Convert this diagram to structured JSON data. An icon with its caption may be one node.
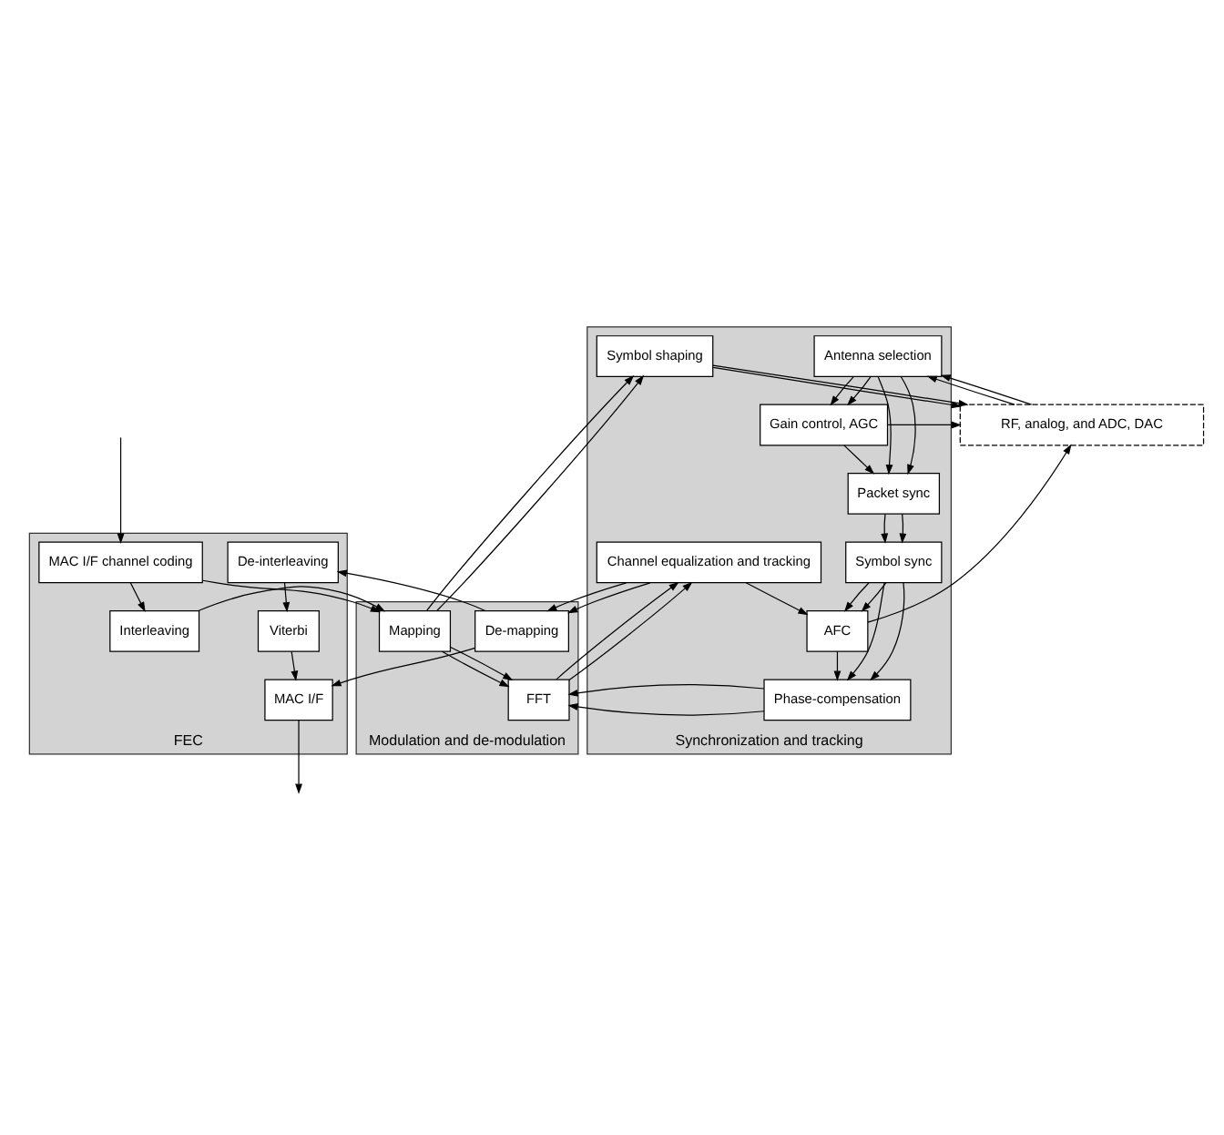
{
  "diagram": {
    "nodes": [
      {
        "text": [
          "RF, analog, and ADC, DAC"
        ]
      },
      {
        "text": [
          "Synchronization and tracking"
        ]
      },
      {
        "text": [
          "Gain control, AGC"
        ],
        "in": 1
      },
      {
        "text": [
          "Antenna selection"
        ],
        "in": 1
      },
      {
        "text": [
          "Packet sync"
        ],
        "in": 1
      },
      {
        "text": [
          "Symbol sync"
        ],
        "in": 1
      },
      {
        "text": [
          "Phase-compensation"
        ],
        "in": 1
      },
      {
        "text": [
          "AFC"
        ],
        "in": 1
      },
      {
        "text": [
          "Channel equalization and tracking"
        ],
        "in": 1
      },
      {
        "text": [
          "Symbol shaping"
        ],
        "in": 1
      },
      {
        "text": [
          "Modulation and de-modulation"
        ]
      },
      {
        "text": [
          "De-mapping"
        ],
        "in": 10
      },
      {
        "text": [
          "FFT"
        ],
        "in": 10
      },
      {
        "text": [
          "Mapping"
        ],
        "in": 10
      },
      {
        "text": [
          "FEC"
        ]
      },
      {
        "text": [
          "MAC I/F"
        ],
        "in": 14
      },
      {
        "text": [
          "Viterbi"
        ],
        "in": 14
      },
      {
        "text": [
          "De-interleaving"
        ],
        "in": 14
      },
      {
        "text": [
          "MAC I/F channel coding"
        ],
        "in": 14
      },
      {
        "text": [
          "Interleaving"
        ],
        "in": 14
      }
    ],
    "edges": [
      {
        "from": 2,
        "to": 0,
        "arrow": "to"
      },
      {
        "from": 0,
        "to": 3,
        "arrow": "to"
      },
      {
        "from": 0,
        "to": 3,
        "arrow": "to"
      },
      {
        "from": 3,
        "to": 2,
        "arrow": "to"
      },
      {
        "from": 3,
        "to": 2,
        "arrow": "to"
      },
      {
        "from": 2,
        "to": 4,
        "arrow": "to"
      },
      {
        "from": 3,
        "to": 4,
        "arrow": "to"
      },
      {
        "from": 3,
        "to": 4,
        "arrow": "to"
      },
      {
        "from": 4,
        "to": 5,
        "arrow": "to"
      },
      {
        "from": 4,
        "to": 5,
        "arrow": "to"
      },
      {
        "from": 5,
        "to": 6,
        "arrow": "to"
      },
      {
        "from": 5,
        "to": 6,
        "arrow": "to"
      },
      {
        "from": 5,
        "to": 7,
        "arrow": "to"
      },
      {
        "from": 5,
        "to": 7,
        "arrow": "to"
      },
      {
        "from": 7,
        "to": 0,
        "arrow": "to"
      },
      {
        "from": 7,
        "to": 6,
        "arrow": "to"
      },
      {
        "from": 8,
        "to": 7,
        "arrow": "to"
      },
      {
        "from": 8,
        "to": 11,
        "arrow": "to"
      },
      {
        "from": 8,
        "to": 11,
        "arrow": "to"
      },
      {
        "from": 6,
        "to": 12,
        "arrow": "to"
      },
      {
        "from": 6,
        "to": 12,
        "arrow": "to"
      },
      {
        "from": 12,
        "to": 8,
        "arrow": "to"
      },
      {
        "from": 12,
        "to": 8,
        "arrow": "to"
      },
      {
        "from": 9,
        "to": 0,
        "arrow": "to"
      },
      {
        "from": 9,
        "to": 0,
        "arrow": "to"
      },
      {
        "from": 13,
        "to": 9,
        "arrow": "to"
      },
      {
        "from": 13,
        "to": 9,
        "arrow": "to"
      },
      {
        "from": 13,
        "to": 12,
        "arrow": "to"
      },
      {
        "from": 13,
        "to": 12,
        "arrow": "to"
      },
      {
        "from": 11,
        "to": 15,
        "arrow": "to"
      },
      {
        "from": 11,
        "to": 17,
        "arrow": "to"
      },
      {
        "from": 17,
        "to": 16,
        "arrow": "to"
      },
      {
        "from": 16,
        "to": 15,
        "arrow": "to"
      },
      {
        "from": 15,
        "to": null,
        "arrow": "to"
      },
      {
        "from": null,
        "to": 18,
        "arrow": "to"
      },
      {
        "from": 18,
        "to": 19,
        "arrow": "to"
      },
      {
        "from": 18,
        "to": 13,
        "arrow": "to"
      },
      {
        "from": 19,
        "to": 13,
        "arrow": "to"
      }
    ]
  }
}
